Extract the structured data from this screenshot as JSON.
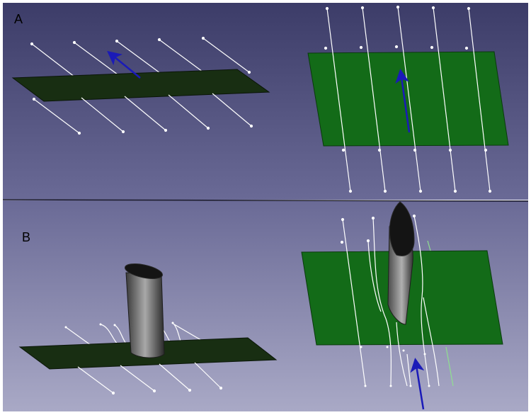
{
  "panels": [
    {
      "id": "top",
      "label": "A"
    },
    {
      "id": "bottom",
      "label": "B"
    }
  ],
  "colors": {
    "background_top": "#3c3c68",
    "background_mid": "#6a6a96",
    "background_bottom": "#a9a9c6",
    "plate_dark": "#182e12",
    "plate_green": "#136b18",
    "streamline": "#ffffff",
    "flow_arrow": "#1a1ab8",
    "obstacle_dark": "#3a3a3a",
    "obstacle_light": "#a8a8a8"
  },
  "icons": {
    "flow_arrow": "arrow-icon",
    "obstacle": "cylinder-icon"
  }
}
